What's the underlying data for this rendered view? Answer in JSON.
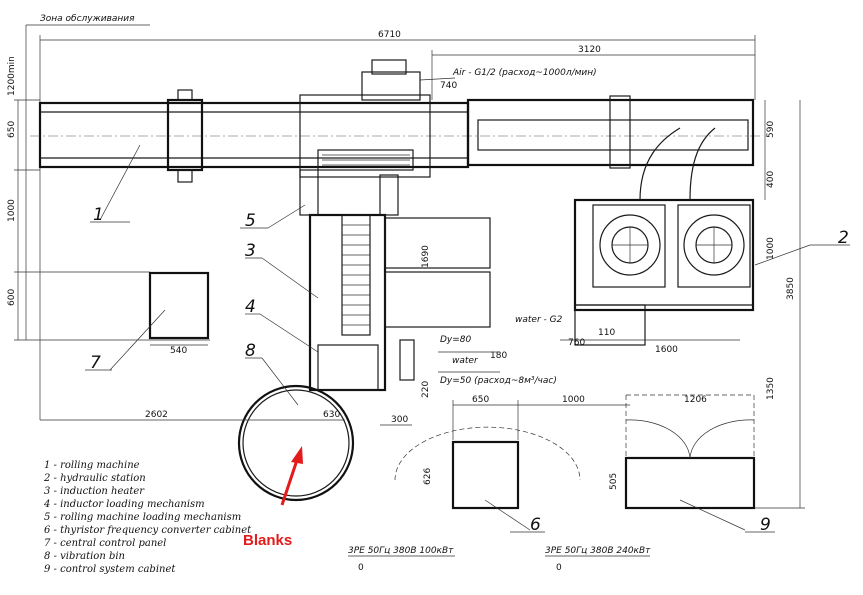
{
  "service_zone": "Зона обслуживания",
  "air_note": "Air - G1/2 (расход~1000л/мин)",
  "water_g2": "water - G2",
  "dy80": "Dy=80",
  "water": "water",
  "dy50": "Dy=50 (расход~8м³/час)",
  "dims": {
    "d6710": "6710",
    "d3120": "3120",
    "d1200min": "1200min",
    "d650": "650",
    "d1000": "1000",
    "d600": "600",
    "d540": "540",
    "d2602": "2602",
    "d630": "630",
    "d300": "300",
    "d220": "220",
    "d1690": "1690",
    "d590": "590",
    "d400": "400",
    "d1000b": "1000",
    "d3850": "3850",
    "d110": "110",
    "d1600": "1600",
    "d1350": "1350",
    "d650b": "650",
    "d1000c": "1000",
    "d1206": "1206",
    "d626": "626",
    "d505": "505",
    "d740": "740",
    "d760": "760",
    "d180": "180"
  },
  "callouts": [
    "1",
    "2",
    "3",
    "4",
    "5",
    "6",
    "7",
    "8",
    "9"
  ],
  "legend": [
    "1 - rolling machine",
    "2 - hydraulic station",
    "3 - induction heater",
    "4 - inductor loading mechanism",
    "5 - rolling machine loading mechanism",
    "6 - thyristor frequency converter cabinet",
    "7 - central control panel",
    "8 - vibration bin",
    "9 - control system cabinet"
  ],
  "power6": "3PE 50Гц 380В 240кВт",
  "power9": "3PE 50Гц 380В 100кВт",
  "ground0a": "0",
  "ground0b": "0",
  "blanks_label": "Blanks",
  "colors": {
    "drawing": "#1a1a1a",
    "annotation": "#e31b1b"
  }
}
